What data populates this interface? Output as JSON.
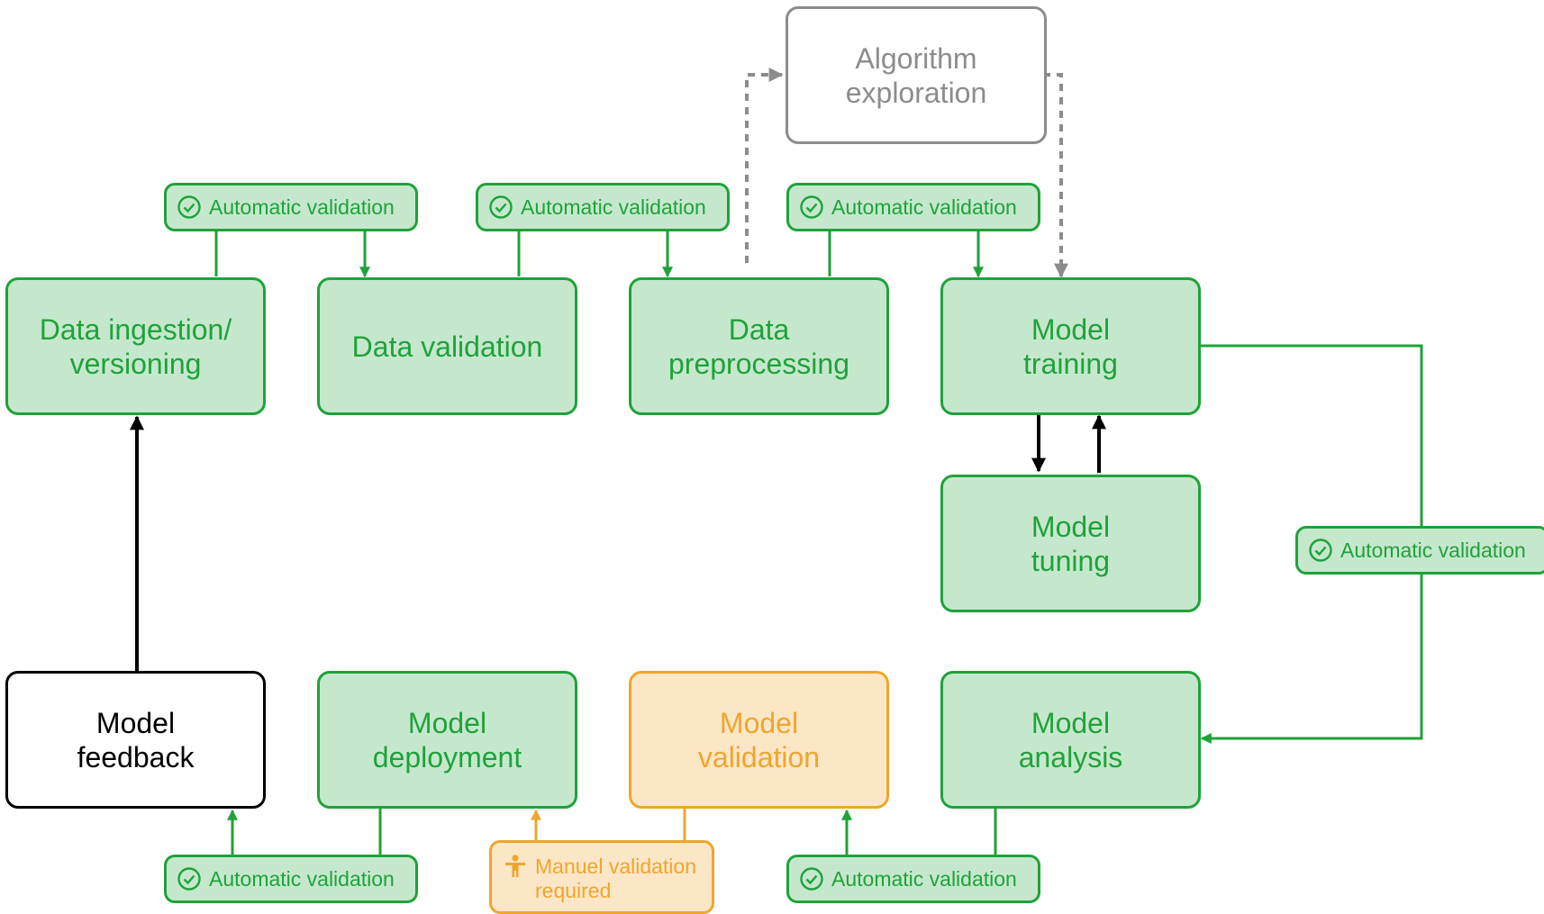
{
  "stages": {
    "data_ingestion": "Data ingestion/\nversioning",
    "data_validation": "Data validation",
    "data_preprocessing": "Data\npreprocessing",
    "model_training": "Model\ntraining",
    "algorithm_exploration": "Algorithm\nexploration",
    "model_tuning": "Model\ntuning",
    "model_feedback": "Model\nfeedback",
    "model_deployment": "Model\ndeployment",
    "model_validation": "Model\nvalidation",
    "model_analysis": "Model\nanalysis"
  },
  "gates": {
    "auto_1": "Automatic validation",
    "auto_2": "Automatic validation",
    "auto_3": "Automatic validation",
    "auto_4": "Automatic validation",
    "auto_5": "Automatic validation",
    "auto_6": "Automatic validation",
    "manual_1": "Manuel validation\nrequired"
  },
  "icons": {
    "auto": "check-circle-icon",
    "manual": "person-icon"
  },
  "colors": {
    "green": "#1fa23a",
    "green_fill": "#c5e8cd",
    "orange": "#eea62c",
    "orange_fill": "#fbe6c6",
    "grey": "#8c8c8c",
    "black": "#000000"
  }
}
